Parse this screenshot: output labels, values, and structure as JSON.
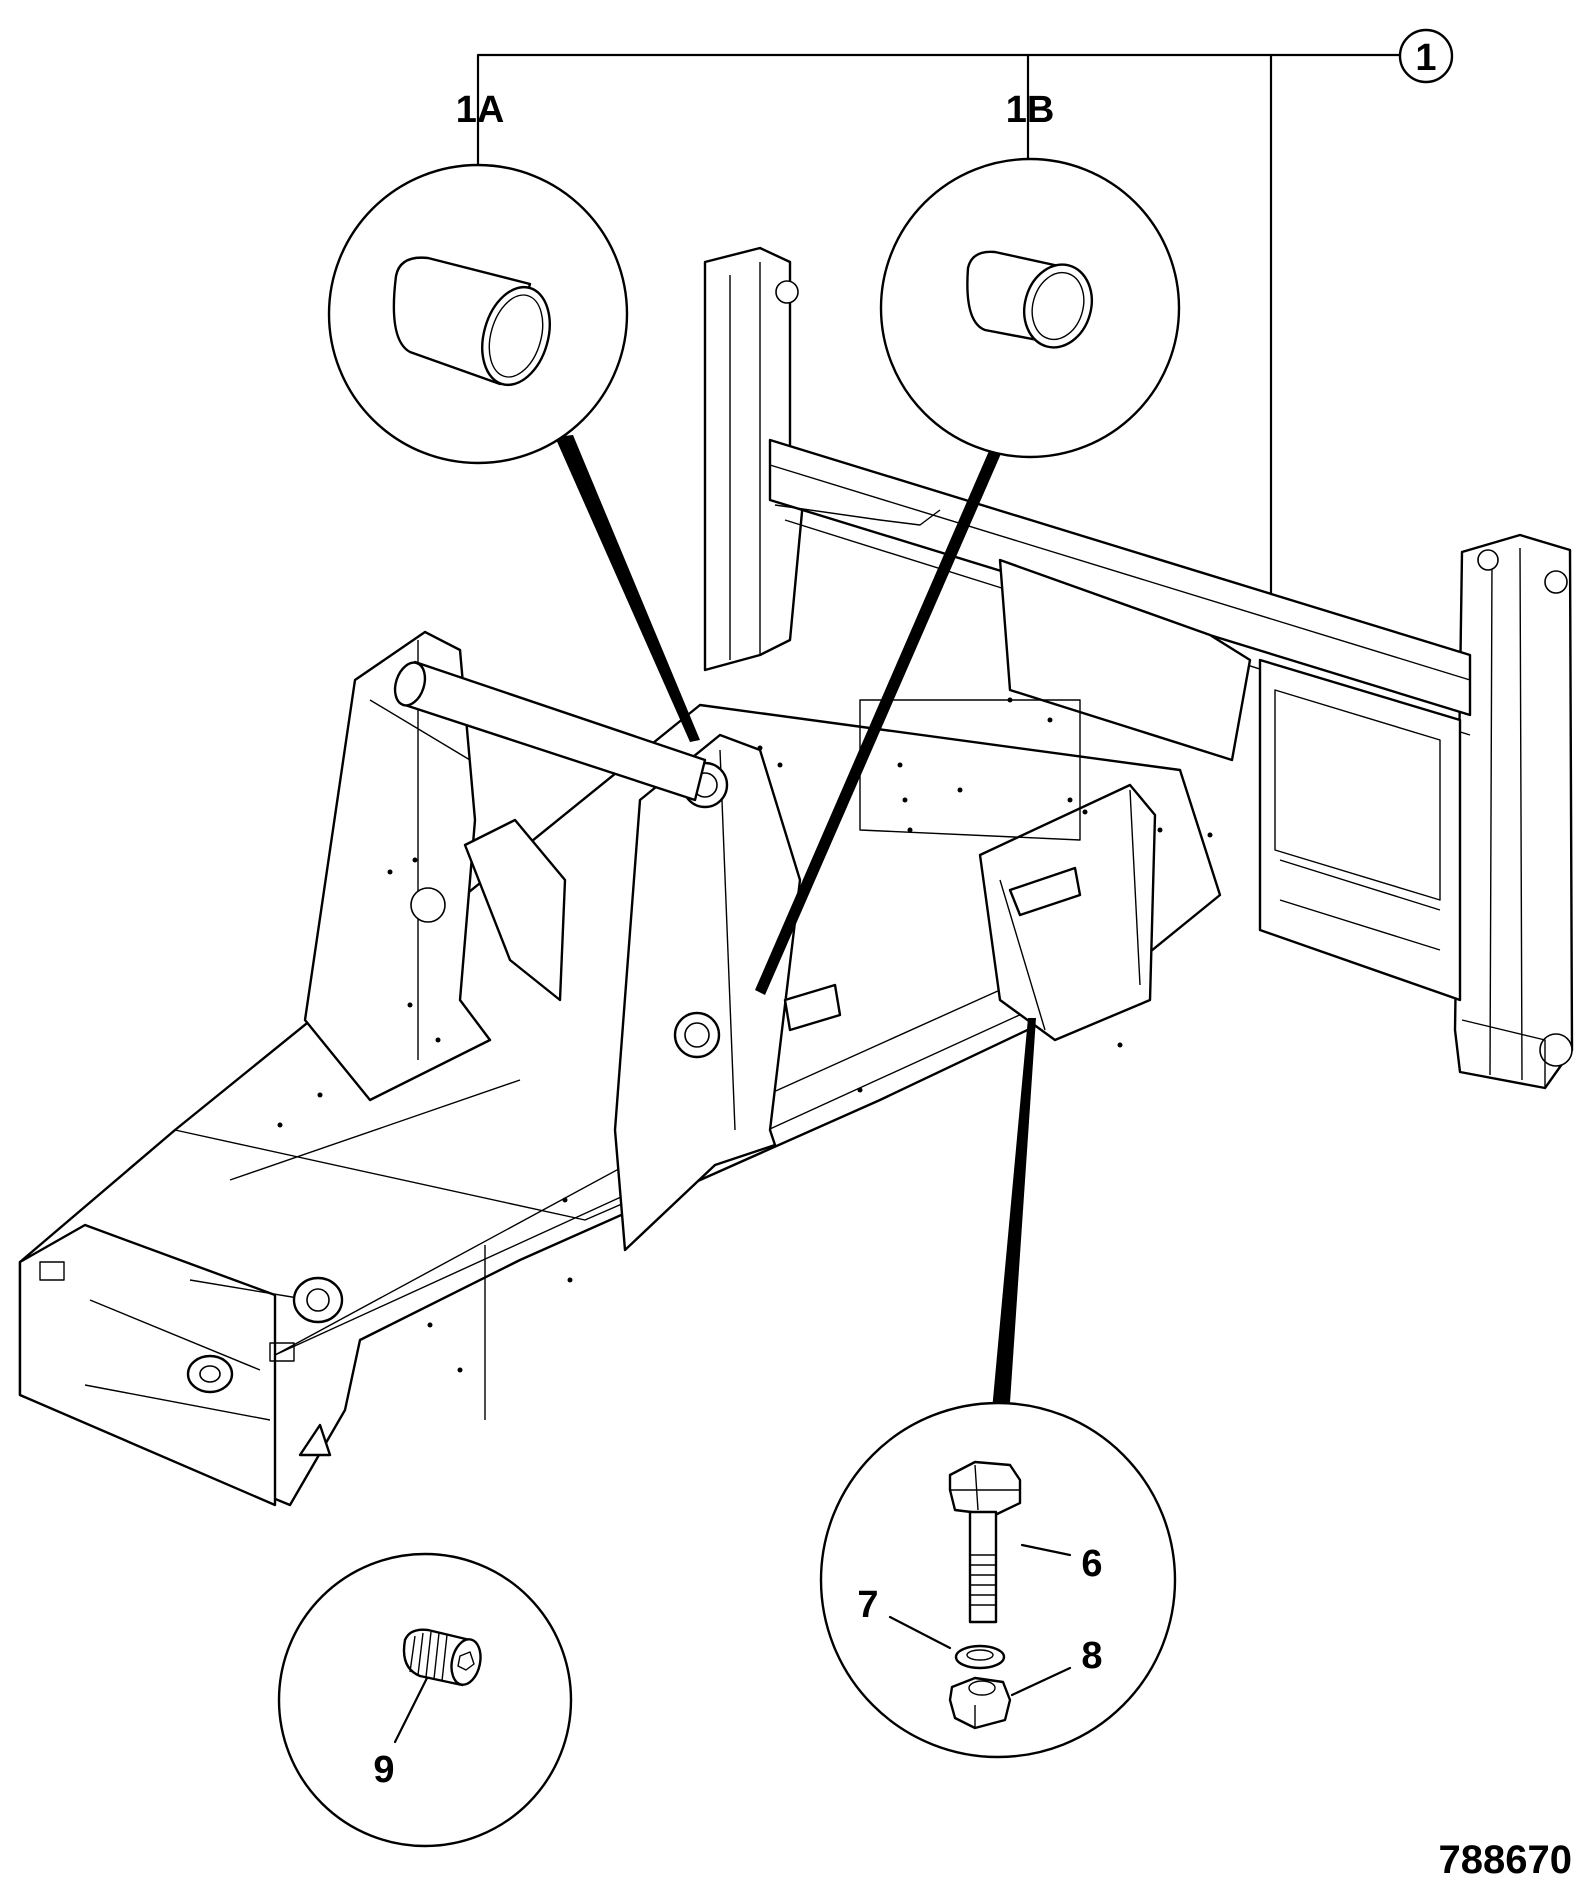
{
  "callouts": {
    "assembly": "1",
    "bush_a": "1A",
    "bush_b": "1B",
    "bolt": "6",
    "washer": "7",
    "nut": "8",
    "grub_screw": "9"
  },
  "figure_number": "788670"
}
